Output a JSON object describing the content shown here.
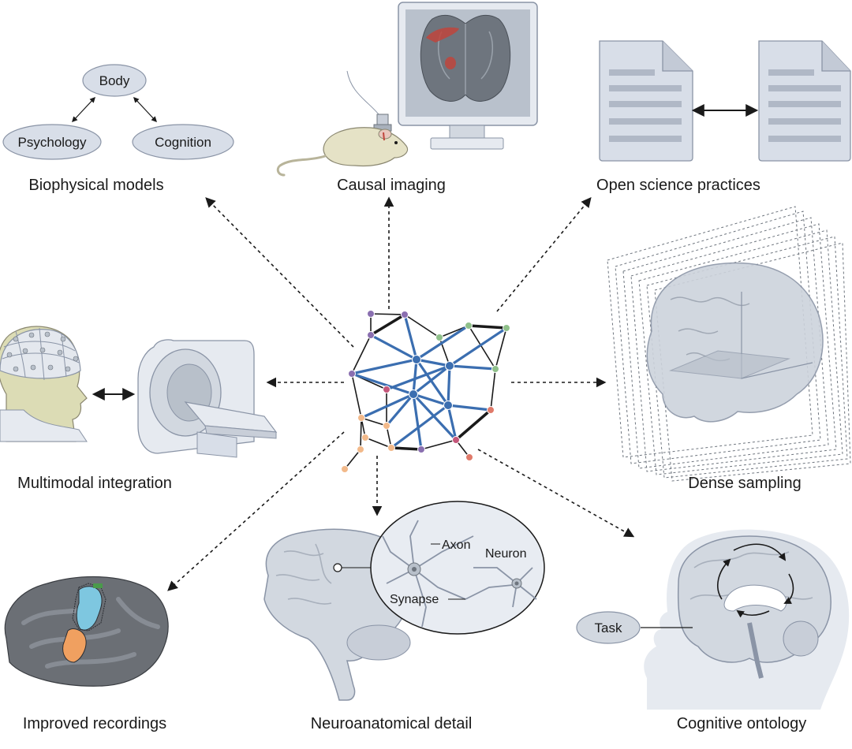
{
  "sections": {
    "biophysical": {
      "caption": "Biophysical models",
      "nodes": [
        "Body",
        "Psychology",
        "Cognition"
      ]
    },
    "causal": {
      "caption": "Causal imaging"
    },
    "open_science": {
      "caption": "Open science practices"
    },
    "dense": {
      "caption": "Dense sampling"
    },
    "multimodal": {
      "caption": "Multimodal integration"
    },
    "recordings": {
      "caption": "Improved recordings"
    },
    "neuroanatomy": {
      "caption": "Neuroanatomical detail",
      "labels": [
        "Axon",
        "Neuron",
        "Synapse"
      ]
    },
    "ontology": {
      "caption": "Cognitive ontology",
      "task_label": "Task"
    }
  },
  "colors": {
    "line_blue": "#3b6eb0",
    "fill_gray": "#d8dee8",
    "outline_gray": "#8a94a6",
    "text": "#1a1a1a"
  }
}
